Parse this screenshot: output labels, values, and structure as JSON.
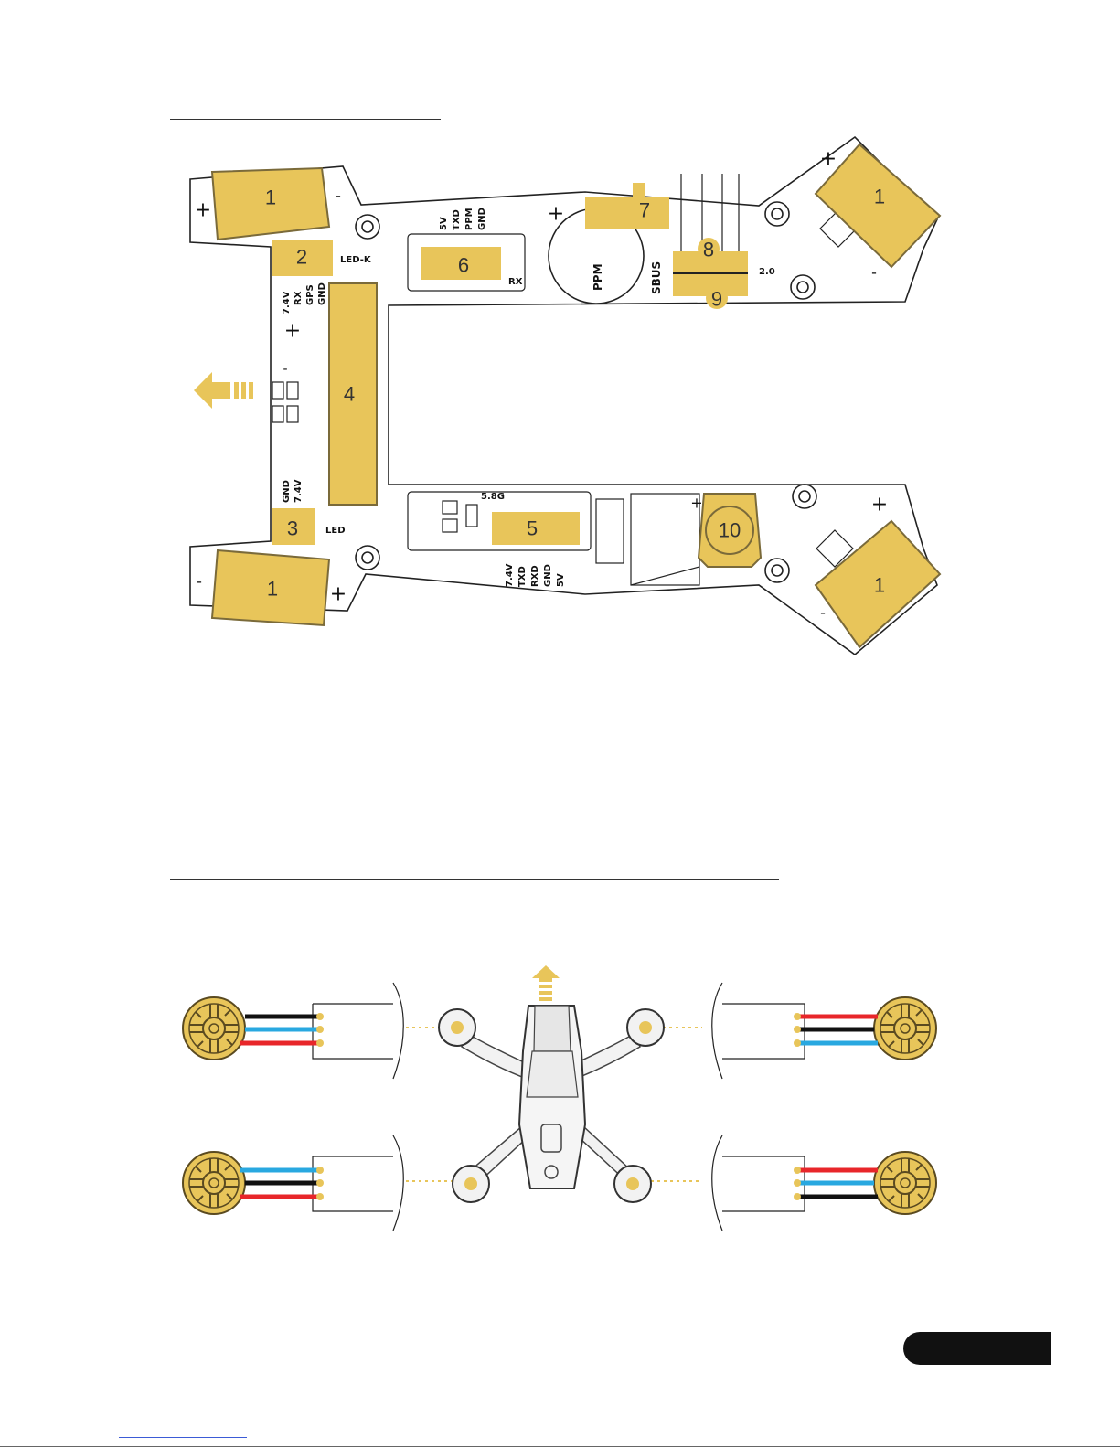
{
  "colors": {
    "pad": "#e8c55a",
    "outline": "#222222",
    "wire_red": "#e8262a",
    "wire_blue": "#29a8e0",
    "wire_black": "#111111"
  },
  "board": {
    "pads": [
      {
        "id": "pad-1-top-left",
        "label": "1"
      },
      {
        "id": "pad-1-bottom-left",
        "label": "1"
      },
      {
        "id": "pad-1-top-right",
        "label": "1"
      },
      {
        "id": "pad-1-bottom-right",
        "label": "1"
      },
      {
        "id": "pad-2",
        "label": "2"
      },
      {
        "id": "pad-3",
        "label": "3"
      },
      {
        "id": "pad-4",
        "label": "4"
      },
      {
        "id": "pad-5",
        "label": "5"
      },
      {
        "id": "pad-6",
        "label": "6"
      },
      {
        "id": "pad-7",
        "label": "7"
      },
      {
        "id": "pad-8",
        "label": "8"
      },
      {
        "id": "pad-9",
        "label": "9"
      },
      {
        "id": "pad-10",
        "label": "10"
      }
    ],
    "labels": {
      "led_k": "LED-K",
      "led": "LED",
      "rx": "RX",
      "ppm": "PPM",
      "sbus": "SBUS",
      "v20": "2.0",
      "g58": "5.8G",
      "plus": "+",
      "minus": "-"
    },
    "pinouts": {
      "rx_header": [
        "5V",
        "TXD",
        "PPM",
        "GND"
      ],
      "gps_header": [
        "7.4V",
        "RX",
        "GPS",
        "GND"
      ],
      "led_header": [
        "GND",
        "7.4V"
      ],
      "vtx_header": [
        "7.4V",
        "TXD",
        "RXD",
        "GND",
        "5V"
      ]
    }
  },
  "motors": [
    {
      "id": "motor-front-left",
      "wires": [
        "black",
        "blue",
        "red"
      ]
    },
    {
      "id": "motor-front-right",
      "wires": [
        "red",
        "black",
        "blue"
      ]
    },
    {
      "id": "motor-rear-left",
      "wires": [
        "blue",
        "black",
        "red"
      ]
    },
    {
      "id": "motor-rear-right",
      "wires": [
        "red",
        "blue",
        "black"
      ]
    }
  ]
}
